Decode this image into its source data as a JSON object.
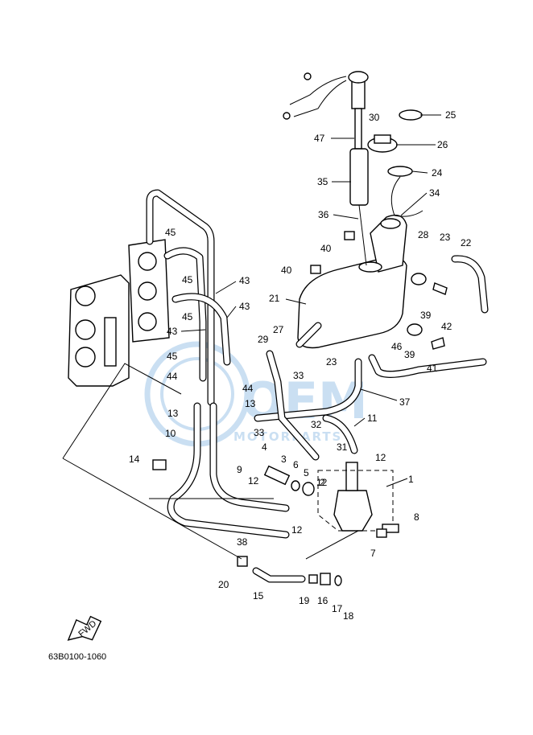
{
  "diagram_code": "63B0100-1060",
  "fwd_label": "FWD",
  "watermark": {
    "brand": "OEM",
    "sub": "MOTORPARTS",
    "color": "#9fc6e8"
  },
  "callouts": [
    "1",
    "2",
    "3",
    "4",
    "5",
    "6",
    "7",
    "8",
    "9",
    "10",
    "11",
    "12",
    "12",
    "12",
    "12",
    "13",
    "13",
    "14",
    "15",
    "16",
    "17",
    "18",
    "19",
    "20",
    "21",
    "22",
    "23",
    "23",
    "24",
    "25",
    "26",
    "27",
    "28",
    "29",
    "30",
    "31",
    "32",
    "33",
    "33",
    "34",
    "35",
    "36",
    "37",
    "38",
    "39",
    "39",
    "40",
    "40",
    "41",
    "42",
    "43",
    "43",
    "43",
    "44",
    "44",
    "45",
    "45",
    "45",
    "45",
    "46",
    "47"
  ]
}
